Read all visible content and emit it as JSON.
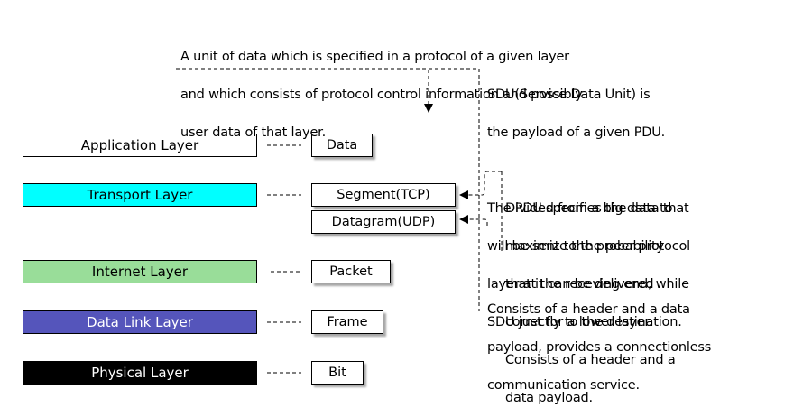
{
  "layers": [
    {
      "name": "Application Layer",
      "color": "#ffffff",
      "text_color": "#000000"
    },
    {
      "name": "Transport Layer",
      "color": "#00ffff",
      "text_color": "#000000"
    },
    {
      "name": "Internet Layer",
      "color": "#99dd99",
      "text_color": "#000000"
    },
    {
      "name": "Data Link Layer",
      "color": "#5555bb",
      "text_color": "#ffffff"
    },
    {
      "name": "Physical Layer",
      "color": "#000000",
      "text_color": "#ffffff"
    }
  ],
  "units": {
    "data": "Data",
    "segment": "Segment(TCP)",
    "datagram": "Datagram(UDP)",
    "packet": "Packet",
    "frame": "Frame",
    "bit": "Bit"
  },
  "notes": {
    "pdu_definition": [
      "A unit of data which is specified in a protocol of a given layer",
      "and which consists of protocol control information and possibly",
      "user data of that layer."
    ],
    "sdu": [
      "SDU(Service Data Unit) is",
      "the payload of a given PDU.",
      "",
      "The PDU specifies the data that",
      "will be sent to the peer protocol",
      "layer at the receving end, while",
      "SDU just for a lower layer."
    ],
    "segment": [
      "Divided from a big data to",
      "maximize the probability",
      "that it can be delivered",
      "correctly to the destination.",
      "Consists of a header and a",
      "data payload."
    ],
    "datagram": [
      "Consists of a header and a data",
      "payload, provides a connectionless",
      "communication service."
    ]
  }
}
